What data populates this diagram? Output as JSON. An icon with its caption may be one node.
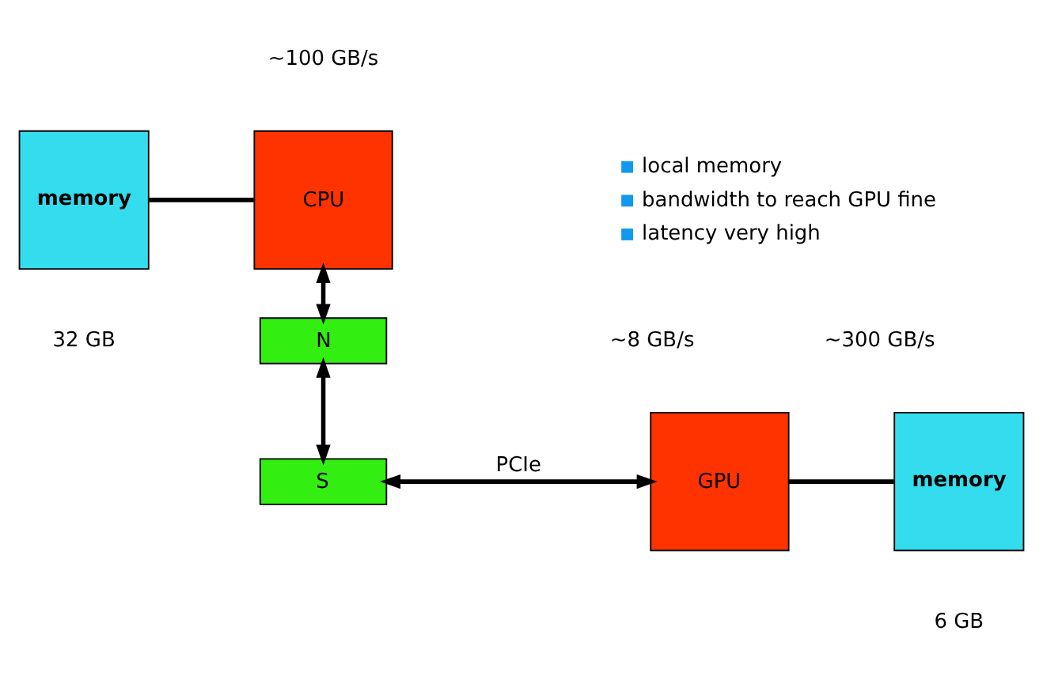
{
  "diagram": {
    "nodes": [
      {
        "text": [
          "memory"
        ],
        "beside": [
          "32 GB"
        ]
      },
      {
        "text": [
          "CPU"
        ]
      },
      {
        "text": [
          "N"
        ]
      },
      {
        "text": [
          "S"
        ]
      },
      {
        "text": [
          "GPU"
        ]
      },
      {
        "text": [
          "memory"
        ],
        "beside": [
          "6 GB"
        ]
      }
    ],
    "edges": [
      {
        "from": 0,
        "to": 1,
        "arrow": "none"
      },
      {
        "from": 1,
        "to": 2,
        "arrow": "both"
      },
      {
        "from": 2,
        "to": 3,
        "arrow": "both"
      },
      {
        "from": 3,
        "to": 4,
        "arrow": "both",
        "label": "PCIe"
      },
      {
        "from": 4,
        "to": 5,
        "arrow": "none"
      }
    ],
    "labels": [
      "~100 GB/s",
      "local memory",
      "bandwidth to reach GPU fine",
      "latency very high",
      "~300 GB/s",
      "~8 GB/s"
    ]
  }
}
